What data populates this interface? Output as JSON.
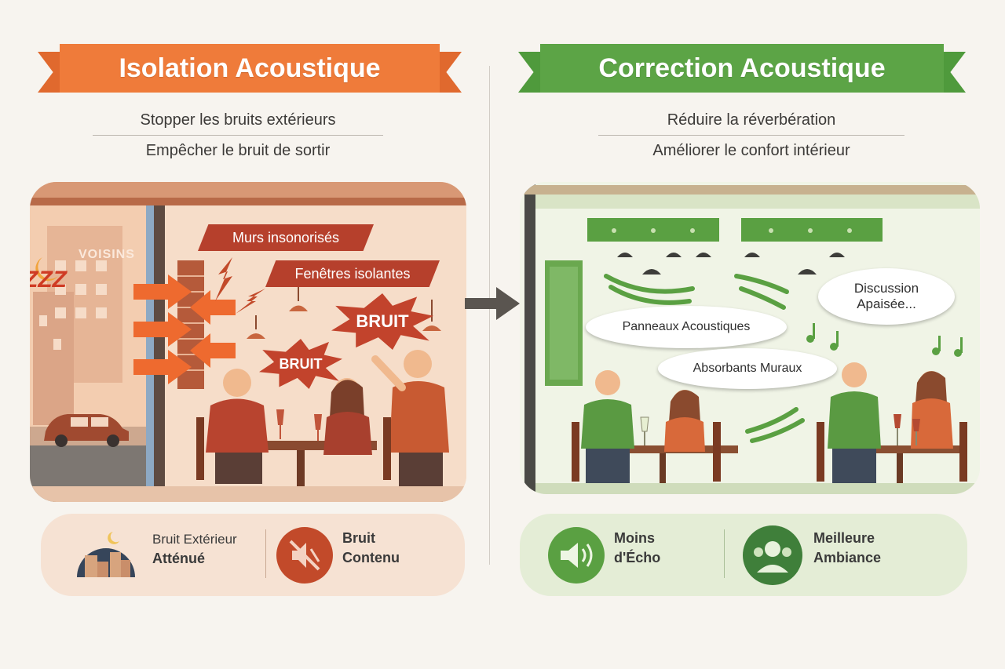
{
  "left": {
    "title": "Isolation Acoustique",
    "subtitle1": "Stopper les bruits extérieurs",
    "subtitle2": "Empêcher le bruit de sortir",
    "scene": {
      "neighbors_sign": "VOISINS",
      "sleep": "ZZZ",
      "banner1": "Murs insonorisés",
      "banner2": "Fenêtres isolantes",
      "burst1": "BRUIT",
      "burst2": "BRUIT"
    },
    "legend": [
      {
        "line1": "Bruit Extérieur",
        "line2": "Atténué",
        "icon": "night-city-icon"
      },
      {
        "line1": "Bruit",
        "line2": "Contenu",
        "icon": "mute-speaker-icon"
      }
    ],
    "colors": {
      "ribbon": "#ef7b3a",
      "ribbon_dark": "#d9622a",
      "accent": "#c24a2a"
    }
  },
  "right": {
    "title": "Correction Acoustique",
    "subtitle1": "Réduire la réverbération",
    "subtitle2": "Améliorer le confort intérieur",
    "scene": {
      "bubble1": "Panneaux Acoustiques",
      "bubble2": "Absorbants Muraux",
      "bubble3_line1": "Discussion",
      "bubble3_line2": "Apaisée..."
    },
    "legend": [
      {
        "line1": "Moins",
        "line2": "d'Écho",
        "icon": "speaker-icon"
      },
      {
        "line1": "Meilleure",
        "line2": "Ambiance",
        "icon": "happy-people-icon"
      }
    ],
    "colors": {
      "ribbon": "#5ca446",
      "ribbon_dark": "#468a34",
      "accent": "#4f9a3c"
    }
  },
  "arrow_icon": "arrow-right-icon"
}
